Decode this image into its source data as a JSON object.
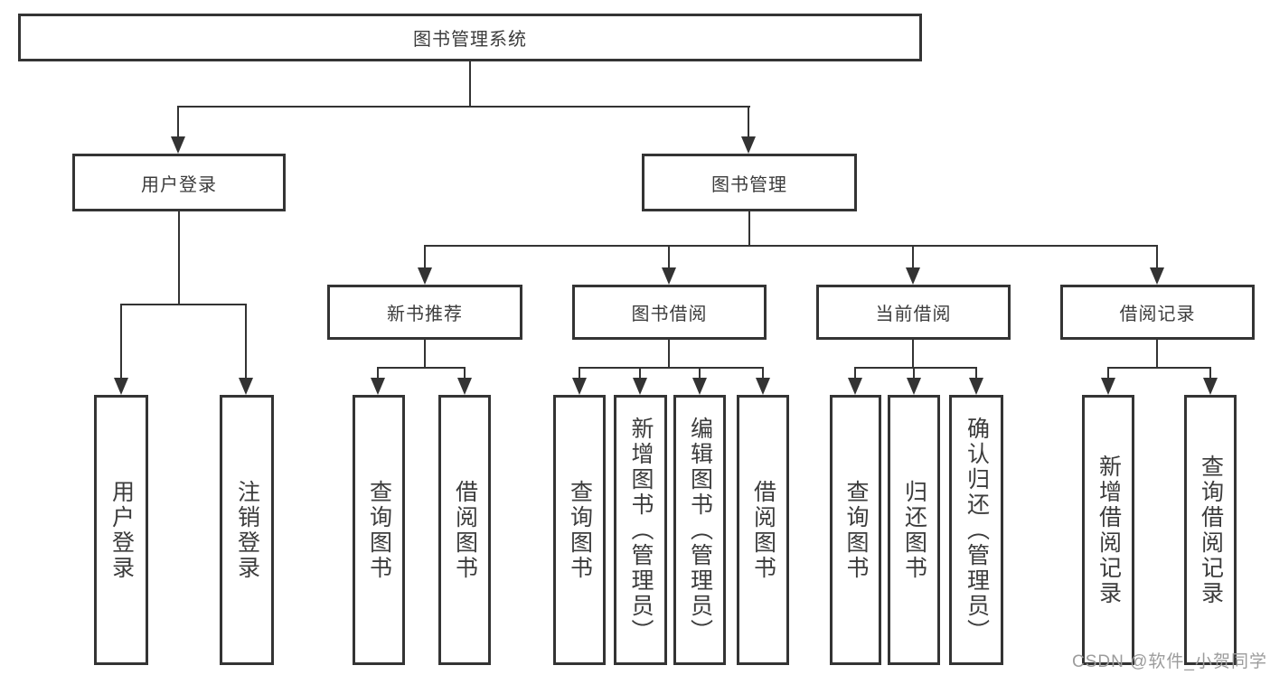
{
  "theme": {
    "line_color": "#333333",
    "border_color": "#343434",
    "text_color": "#3c3c3c",
    "box_bg": "#ffffff",
    "watermark_color": "#9c9c9c"
  },
  "diagram": {
    "root": "图书管理系统",
    "nodes": [
      {
        "label": "用户登录",
        "children": [
          "用户登录",
          "注销登录"
        ]
      },
      {
        "label": "图书管理",
        "children": [
          {
            "label": "新书推荐",
            "children": [
              "查询图书",
              "借阅图书"
            ]
          },
          {
            "label": "图书借阅",
            "children": [
              "查询图书",
              "新增图书（管理员）",
              "编辑图书（管理员）",
              "借阅图书"
            ]
          },
          {
            "label": "当前借阅",
            "children": [
              "查询图书",
              "归还图书",
              "确认归还（管理员）"
            ]
          },
          {
            "label": "借阅记录",
            "children": [
              "新增借阅记录",
              "查询借阅记录"
            ]
          }
        ]
      }
    ]
  },
  "watermark": {
    "text": "CSDN @软件_小贺同学"
  }
}
